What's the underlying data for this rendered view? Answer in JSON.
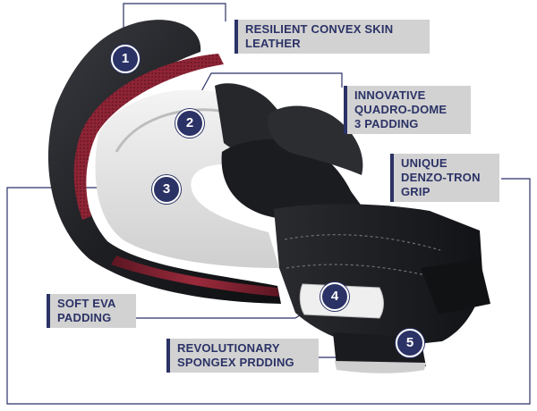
{
  "callouts": [
    {
      "number": "1",
      "text": "RESILIENT CONVEX SKIN\nLEATHER"
    },
    {
      "number": "2",
      "text": "INNOVATIVE\nQUADRO-DOME\n3 PADDING"
    },
    {
      "number": "3",
      "text": "UNIQUE\nDENZO-TRON\nGRIP"
    },
    {
      "number": "4",
      "text": "SOFT EVA\nPADDING"
    },
    {
      "number": "5",
      "text": "REVOLUTIONARY\nSPONGEX PRDDING"
    }
  ],
  "colors": {
    "accent": "#2b3266",
    "label_bg": "#d2d2d2",
    "leather_dark": "#1c1d20",
    "lining_red": "#7a1f2e",
    "foam": "#e8e8e8"
  }
}
